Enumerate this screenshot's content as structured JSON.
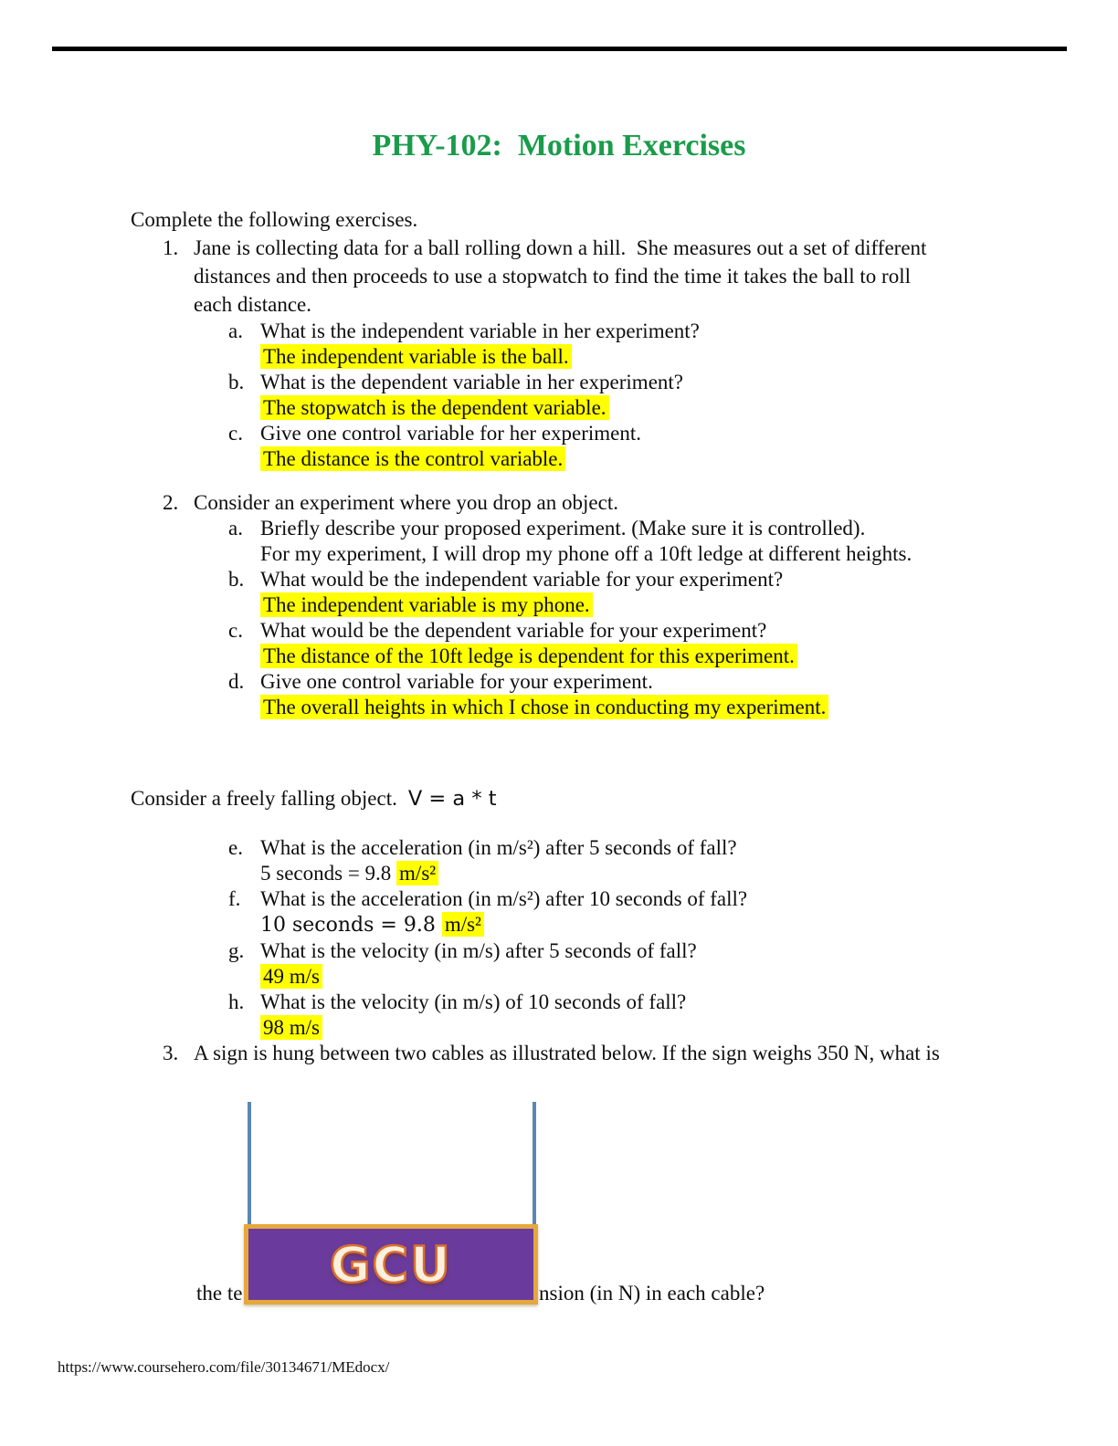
{
  "page": {
    "title": "PHY-102:  Motion Exercises",
    "intro": "Complete the following exercises.",
    "footer_url": "https://www.coursehero.com/file/30134671/MEdocx/"
  },
  "colors": {
    "title_green": "#1a9c4b",
    "highlight_yellow": "#ffff00",
    "cable_blue": "#5b87b7",
    "sign_purple": "#6a3b9c",
    "sign_border_gold": "#e5a83c",
    "gcu_letter_fill": "#fdf0dc",
    "gcu_letter_outline": "#d96f2e"
  },
  "ex1": {
    "number": "1.",
    "stem_lines": [
      "Jane is collecting data for a ball rolling down a hill.  She measures out a set of different",
      "distances and then proceeds to use a stopwatch to find the time it takes the ball to roll",
      "each distance."
    ],
    "parts": [
      {
        "label": "a.",
        "question": "What is the independent variable in her experiment?",
        "answer": "The independent variable is the ball."
      },
      {
        "label": "b.",
        "question": "What is the dependent variable in her experiment?",
        "answer": "The stopwatch is the dependent variable."
      },
      {
        "label": "c.",
        "question": "Give one control variable for her experiment.",
        "answer": "The distance is the control variable."
      }
    ]
  },
  "ex2": {
    "number": "2.",
    "stem": "Consider an experiment where you drop an object.",
    "parts": [
      {
        "label": "a.",
        "question": "Briefly describe your proposed experiment. (Make sure it is controlled).",
        "answer": "For my experiment, I will drop my phone off a 10ft ledge at different heights."
      },
      {
        "label": "b.",
        "question": "What would be the independent variable for your experiment?",
        "answer": "The independent variable is my phone."
      },
      {
        "label": "c.",
        "question": "What would be the dependent variable for your experiment?",
        "answer": "The distance of the 10ft ledge is dependent for this experiment."
      },
      {
        "label": "d.",
        "question": "Give one control variable for your experiment.",
        "answer": "The overall heights in which I chose in conducting my experiment."
      }
    ]
  },
  "freefall": {
    "lead": "Consider a freely falling object.",
    "formula": "V = a * t",
    "parts": [
      {
        "label": "e.",
        "question": "What is the acceleration (in m/s²) after 5 seconds of fall?",
        "answer_prefix": "5 seconds = 9.8 ",
        "answer_highlight": "m/s²"
      },
      {
        "label": "f.",
        "question": "What is the acceleration (in m/s²) after 10 seconds of fall?",
        "answer_prefix": "10 seconds = 9.8 ",
        "answer_highlight": "m/s²"
      },
      {
        "label": "g.",
        "question": "What is the velocity (in m/s) after 5 seconds of fall?",
        "answer_prefix": "",
        "answer_highlight": "49 m/s"
      },
      {
        "label": "h.",
        "question": "What is the velocity (in m/s) of 10 seconds of fall?",
        "answer_prefix": "",
        "answer_highlight": "98 m/s"
      }
    ]
  },
  "ex3": {
    "number": "3.",
    "stem": "A sign is hung between two cables as illustrated below. If the sign weighs 350 N, what is",
    "caption_left": "the te",
    "caption_right": "nsion (in N) in each cable?",
    "sign_label": "GCU"
  }
}
